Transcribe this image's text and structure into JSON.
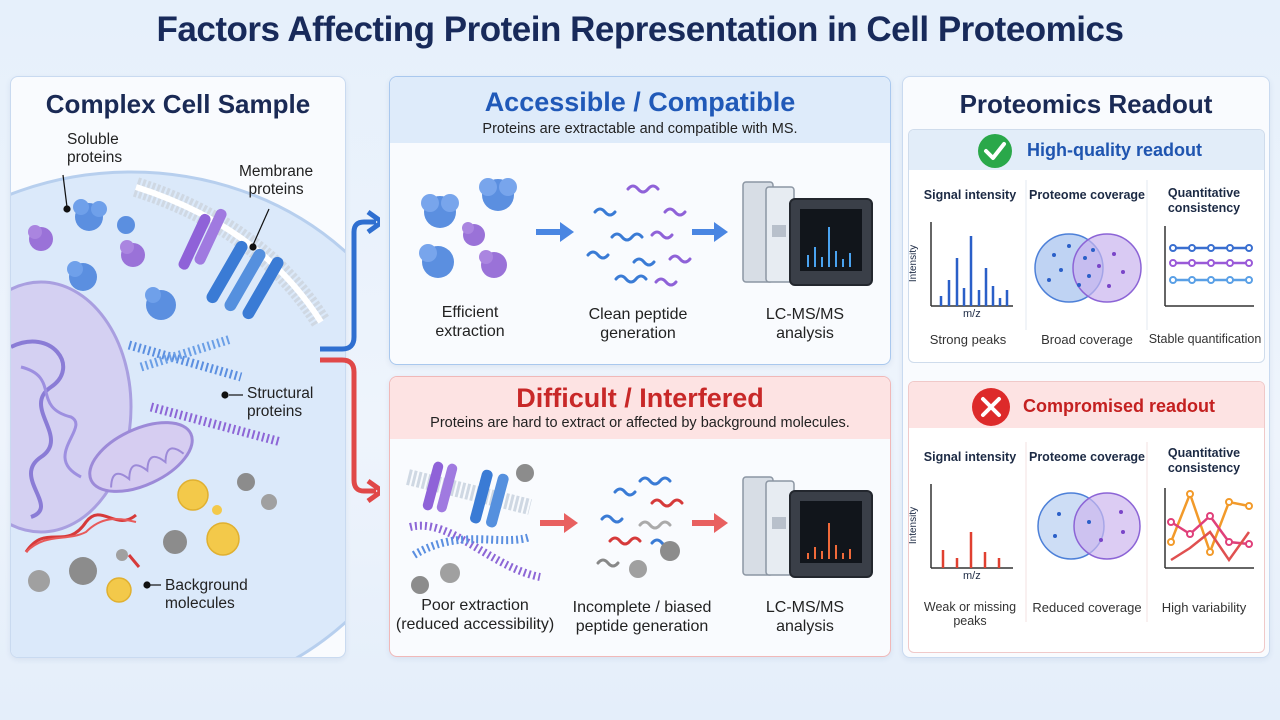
{
  "title": "Factors Affecting Protein Representation in Cell Proteomics",
  "left": {
    "title": "Complex Cell Sample",
    "labels": {
      "soluble": "Soluble\nproteins",
      "membrane": "Membrane\nproteins",
      "structural": "Structural\nproteins",
      "background": "Background\nmolecules"
    }
  },
  "top": {
    "title": "Accessible / Compatible",
    "subtitle": "Proteins are extractable and compatible with MS.",
    "steps": [
      "Efficient\nextraction",
      "Clean peptide\ngeneration",
      "LC-MS/MS\nanalysis"
    ]
  },
  "bottom": {
    "title": "Difficult / Interfered",
    "subtitle": "Proteins are hard to extract or affected by background molecules.",
    "steps": [
      "Poor extraction\n(reduced accessibility)",
      "Incomplete / biased\npeptide generation",
      "LC-MS/MS\nanalysis"
    ]
  },
  "readout": {
    "title": "Proteomics Readout",
    "good": {
      "title": "High-quality readout",
      "metrics": [
        "Signal intensity",
        "Proteome coverage",
        "Quantitative\nconsistency"
      ],
      "captions": [
        "Strong peaks",
        "Broad coverage",
        "Stable quantification"
      ],
      "axis_y": "Intensity",
      "axis_x": "m/z"
    },
    "bad": {
      "title": "Compromised readout",
      "metrics": [
        "Signal intensity",
        "Proteome coverage",
        "Quantitative\nconsistency"
      ],
      "captions": [
        "Weak or missing peaks",
        "Reduced coverage",
        "High variability"
      ],
      "axis_y": "Intensity",
      "axis_x": "m/z"
    }
  },
  "colors": {
    "blue": "#2f6fd0",
    "red": "#e04848",
    "good": "#2aa84a",
    "bad": "#dd2a2a"
  }
}
